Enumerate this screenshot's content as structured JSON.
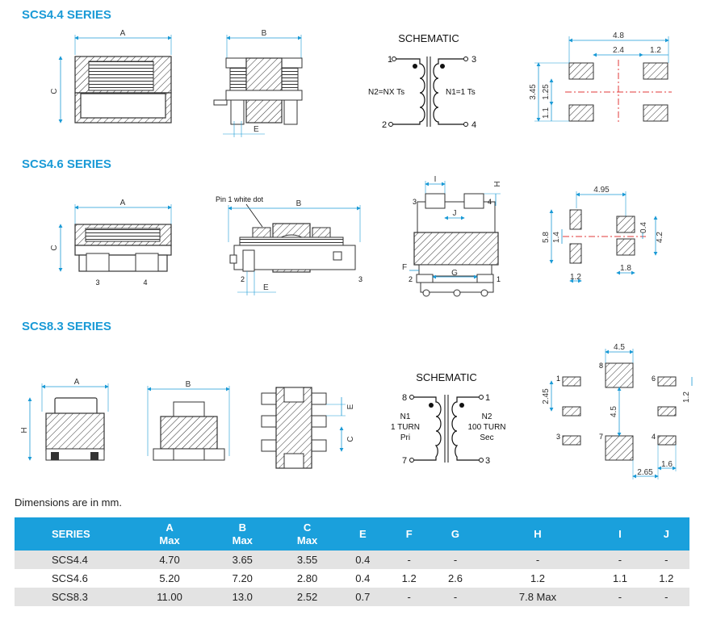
{
  "sections": {
    "scs44": {
      "title": "SCS4.4 SERIES",
      "labels": {
        "a": "A",
        "b": "B",
        "c": "C",
        "e": "E"
      },
      "schematic": {
        "title": "SCHEMATIC",
        "pins": {
          "p1": "1",
          "p2": "2",
          "p3": "3",
          "p4": "4"
        },
        "left_winding": "N2=NX Ts",
        "right_winding": "N1=1 Ts"
      },
      "footprint": {
        "d48": "4.8",
        "d24": "2.4",
        "d12": "1.2",
        "d345": "3.45",
        "d125": "1.25",
        "d11": "1.1"
      }
    },
    "scs46": {
      "title": "SCS4.6 SERIES",
      "labels": {
        "a": "A",
        "b": "B",
        "c": "C",
        "e": "E",
        "pin1": "Pin 1 white dot",
        "p3": "3",
        "p4": "4",
        "p2b": "2",
        "p3b": "3"
      },
      "top": {
        "i": "I",
        "h": "H",
        "j": "J",
        "f": "F",
        "g": "G",
        "p3": "3",
        "p4": "4",
        "p2": "2",
        "p1": "1"
      },
      "footprint": {
        "d495": "4.95",
        "d58": "5.8",
        "d14": "1.4",
        "d04": "0.4",
        "d42": "4.2",
        "d18": "1.8",
        "d12": "1.2"
      }
    },
    "scs83": {
      "title": "SCS8.3 SERIES",
      "labels": {
        "a": "A",
        "b": "B",
        "h": "H",
        "e": "E",
        "c": "C"
      },
      "schematic": {
        "title": "SCHEMATIC",
        "pins": {
          "p8": "8",
          "p1": "1",
          "p7": "7",
          "p3": "3"
        },
        "left_lines": [
          "N1",
          "1 TURN",
          "Pri"
        ],
        "right_lines": [
          "N2",
          "100 TURN",
          "Sec"
        ]
      },
      "footprint": {
        "d45a": "4.5",
        "d245": "2.45",
        "d45b": "4.5",
        "d12": "1.2",
        "d265": "2.65",
        "d16": "1.6",
        "p8": "8",
        "p1": "1",
        "p6": "6",
        "p3": "3",
        "p7": "7",
        "p4": "4"
      }
    }
  },
  "note": "Dimensions are in mm.",
  "table": {
    "headers": [
      {
        "line1": "SERIES",
        "line2": ""
      },
      {
        "line1": "A",
        "line2": "Max"
      },
      {
        "line1": "B",
        "line2": "Max"
      },
      {
        "line1": "C",
        "line2": "Max"
      },
      {
        "line1": "E",
        "line2": ""
      },
      {
        "line1": "F",
        "line2": ""
      },
      {
        "line1": "G",
        "line2": ""
      },
      {
        "line1": "H",
        "line2": ""
      },
      {
        "line1": "I",
        "line2": ""
      },
      {
        "line1": "J",
        "line2": ""
      }
    ],
    "rows": [
      [
        "SCS4.4",
        "4.70",
        "3.65",
        "3.55",
        "0.4",
        "-",
        "-",
        "-",
        "-",
        "-"
      ],
      [
        "SCS4.6",
        "5.20",
        "7.20",
        "2.80",
        "0.4",
        "1.2",
        "2.6",
        "1.2",
        "1.1",
        "1.2"
      ],
      [
        "SCS8.3",
        "11.00",
        "13.0",
        "2.52",
        "0.7",
        "-",
        "-",
        "7.8 Max",
        "-",
        "-"
      ]
    ]
  },
  "colors": {
    "accent": "#1aa0dc",
    "title": "#1a9ad6",
    "dimension": "#1a9ad6",
    "centerline": "#e23a3a",
    "row_shade": "#e3e3e3"
  }
}
